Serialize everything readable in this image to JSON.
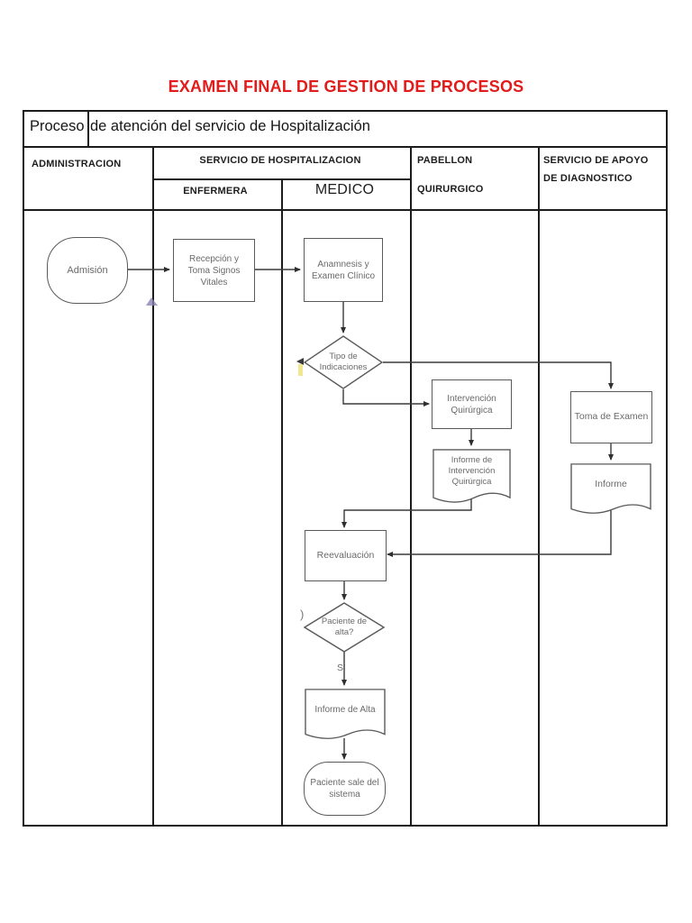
{
  "title": "EXAMEN FINAL DE GESTION DE PROCESOS",
  "colors": {
    "title_red": "#e21b1b",
    "table_line": "#1c1c1c",
    "flow_line": "#3a3a3a",
    "node_text": "#6a6a6a",
    "artifact_purple": "#8d82b4",
    "artifact_yellow": "#e9e06a"
  },
  "process_row": {
    "cell1": "Proceso",
    "cell2": "de atención del servicio de Hospitalización"
  },
  "lanes": {
    "administracion": "ADMINISTRACION",
    "hospitalizacion": "SERVICIO DE HOSPITALIZACION",
    "enfermera": "ENFERMERA",
    "medico": "MEDICO",
    "pabellon_line1": "PABELLON",
    "pabellon_line2": "QUIRURGICO",
    "apoyo_line1": "SERVICIO DE APOYO",
    "apoyo_line2": "DE DIAGNOSTICO"
  },
  "flow": {
    "admision": "Admisión",
    "recepcion": "Recepción y Toma Signos Vitales",
    "anamnesis": "Anamnesis y Examen Clínico",
    "tipo_indicaciones": "Tipo de Indicaciones",
    "intervencion": "Intervención Quirúrgica",
    "informe_intervencion": "Informe de Intervención Quirúrgica",
    "toma_examen": "Toma de Examen",
    "informe": "Informe",
    "reevaluacion": "Reevaluación",
    "paciente_alta": "Paciente de alta?",
    "si": "SI",
    "no_mark": ")",
    "informe_alta": "Informe de Alta",
    "salida": "Paciente sale del sistema"
  }
}
